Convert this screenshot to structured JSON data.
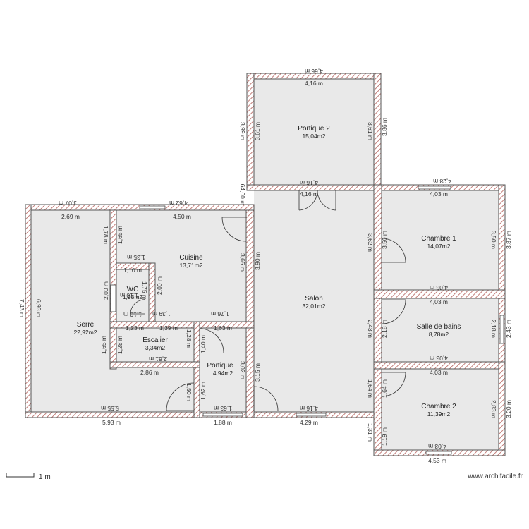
{
  "rooms": {
    "portique2": {
      "name": "Portique 2",
      "area": "15,04m2"
    },
    "cuisine": {
      "name": "Cuisine",
      "area": "13,71m2"
    },
    "wc": {
      "name": "WC",
      "area": "1,93m2"
    },
    "serre": {
      "name": "Serre",
      "area": "22,92m2"
    },
    "escalier": {
      "name": "Escalier",
      "area": "3,34m2"
    },
    "portique": {
      "name": "Portique",
      "area": "4,94m2"
    },
    "salon": {
      "name": "Salon",
      "area": "32,01m2"
    },
    "chambre1": {
      "name": "Chambre 1",
      "area": "14,07m2"
    },
    "salle_de_bains": {
      "name": "Salle de bains",
      "area": "8,78m2"
    },
    "chambre2": {
      "name": "Chambre 2",
      "area": "11,39m2"
    }
  },
  "dims": {
    "p2_top_out": "4,66 m",
    "p2_top_in": "4,16 m",
    "p2_left_out": "3,99 m",
    "p2_left_in": "3,61 m",
    "p2_right_in": "3,61 m",
    "p2_right_out": "3,86 m",
    "p2_bot_in": "4,16 m",
    "salon_top": "4,16 m",
    "salon_left_wall": "64,00 m",
    "salon_left_in": "3,90 m",
    "serre_top_out": "3,07 m",
    "serre_top_in": "2,69 m",
    "cuisine_top_out": "4,62 m",
    "cuisine_top_in": "4,50 m",
    "serre_right_178": "1,78 m",
    "serre_right_165": "1,65 m",
    "serre_left_out": "7,43 m",
    "serre_left_in": "6,93 m",
    "wc_top_out": "1,35 m",
    "wc_top_in": "1,10 m",
    "wc_left": "2,00 m",
    "wc_right_in": "1,75 m",
    "wc_right_out": "2,00 m",
    "wc_small": "1,10 m",
    "wc_bottom": "1,10 m",
    "cuisine_right": "3,65 m",
    "cuisine_bottom_139": "1,39 m",
    "cuisine_bottom_176": "1,76 m",
    "esc_top_123": "1,23 m",
    "esc_top_139": "1,39 m",
    "esc_top_163": "1,63 m",
    "esc_left": "1,28 m",
    "esc_right": "1,28 m",
    "serre_mid_165": "1,65 m",
    "esc_bot_261": "2,61 m",
    "esc_bot_286": "2,86 m",
    "portique_left_140": "1,40 m",
    "portique_right_302": "3,02 m",
    "portique_150": "1,50 m",
    "portique_162": "1,62 m",
    "salon_left_315": "3,15 m",
    "serre_bot_out": "5,55 m",
    "serre_bot_in": "5,93 m",
    "portique_bot_in": "1,63 m",
    "portique_bot_out": "1,88 m",
    "salon_bot_in": "4,16 m",
    "salon_bot_out": "4,29 m",
    "salon_right_362": "3,62 m",
    "salon_right_243": "2,43 m",
    "salon_right_164": "1,64 m",
    "salon_right_131": "1,31 m",
    "ch1_top_out": "4,28 m",
    "ch1_top_in": "4,03 m",
    "ch1_left": "3,50 m",
    "ch1_right_in": "3,50 m",
    "ch1_right_out": "3,87 m",
    "ch1_bot_a": "4,03 m",
    "ch1_bot_b": "4,03 m",
    "sdb_left": "2,18 m",
    "sdb_right_in": "2,18 m",
    "sdb_right_out": "2,43 m",
    "sdb_bot_a": "4,03 m",
    "sdb_bot_b": "4,03 m",
    "ch2_left_164": "1,64 m",
    "ch2_left_119": "1,19 m",
    "ch2_right_in": "2,83 m",
    "ch2_right_out": "3,20 m",
    "ch2_bot_in": "4,03 m",
    "ch2_bot_out": "4,53 m"
  },
  "scale_label": "1 m",
  "credit": "www.archifacile.fr"
}
